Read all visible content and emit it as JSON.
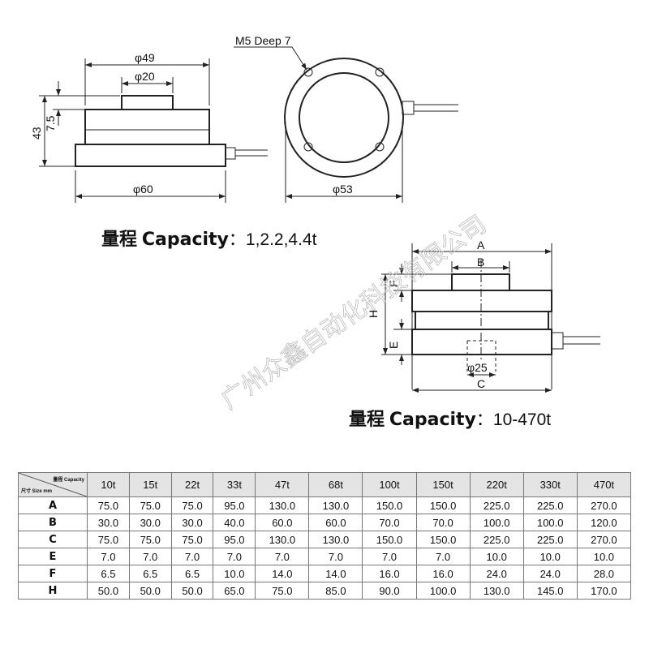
{
  "drawing1": {
    "dims": {
      "d49": "φ49",
      "d20": "φ20",
      "d60": "φ60",
      "h43": "43",
      "h75": "7.5",
      "d53": "φ53"
    },
    "hole_label": "M5 Deep 7"
  },
  "caption1": {
    "prefix": "量程",
    "label": "Capacity",
    "value": "：1,2.2,4.4t"
  },
  "drawing2": {
    "dims": {
      "A": "A",
      "B": "B",
      "C": "C",
      "E": "E",
      "F": "F",
      "H": "H",
      "d25": "φ25"
    }
  },
  "caption2": {
    "prefix": "量程",
    "label": "Capacity",
    "value": "：10-470t"
  },
  "watermark": "广州众鑫自动化科技有限公司",
  "table": {
    "corner_top": "量程 Capacity",
    "corner_bottom": "尺寸 Size mm",
    "columns": [
      "10t",
      "15t",
      "22t",
      "33t",
      "47t",
      "68t",
      "100t",
      "150t",
      "220t",
      "330t",
      "470t"
    ],
    "rows": [
      {
        "label": "A",
        "values": [
          "75.0",
          "75.0",
          "75.0",
          "95.0",
          "130.0",
          "130.0",
          "150.0",
          "150.0",
          "225.0",
          "225.0",
          "270.0"
        ]
      },
      {
        "label": "B",
        "values": [
          "30.0",
          "30.0",
          "30.0",
          "40.0",
          "60.0",
          "60.0",
          "70.0",
          "70.0",
          "100.0",
          "100.0",
          "120.0"
        ]
      },
      {
        "label": "C",
        "values": [
          "75.0",
          "75.0",
          "75.0",
          "95.0",
          "130.0",
          "130.0",
          "150.0",
          "150.0",
          "225.0",
          "225.0",
          "270.0"
        ]
      },
      {
        "label": "E",
        "values": [
          "7.0",
          "7.0",
          "7.0",
          "7.0",
          "7.0",
          "7.0",
          "7.0",
          "7.0",
          "10.0",
          "10.0",
          "10.0"
        ]
      },
      {
        "label": "F",
        "values": [
          "6.5",
          "6.5",
          "6.5",
          "10.0",
          "14.0",
          "14.0",
          "16.0",
          "16.0",
          "24.0",
          "24.0",
          "28.0"
        ]
      },
      {
        "label": "H",
        "values": [
          "50.0",
          "50.0",
          "50.0",
          "65.0",
          "75.0",
          "85.0",
          "90.0",
          "100.0",
          "130.0",
          "145.0",
          "170.0"
        ]
      }
    ]
  }
}
